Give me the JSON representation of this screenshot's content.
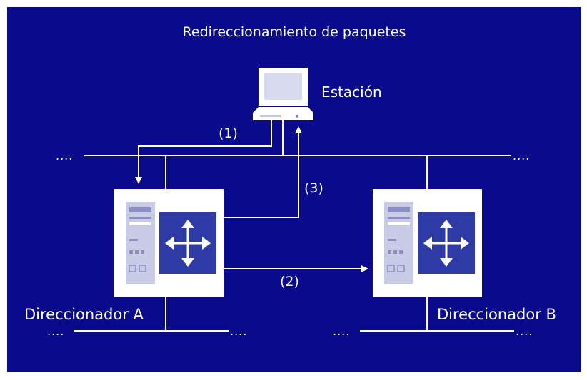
{
  "title": "Redireccionamiento de paquetes",
  "station": {
    "label": "Estación"
  },
  "router_a": {
    "label": "Direccionador A"
  },
  "router_b": {
    "label": "Direccionador B"
  },
  "steps": {
    "step1": "(1)",
    "step2": "(2)",
    "step3": "(3)"
  },
  "dots": "....",
  "colors": {
    "background": "#0a0a8c",
    "line": "#ffffff",
    "router_panel": "#2e3aa6",
    "router_rack": "#c8cae6",
    "router_rack_detail": "#8a8fc4"
  },
  "icons": [
    "computer-icon",
    "router-icon",
    "move-arrows-icon",
    "server-rack-icon"
  ]
}
